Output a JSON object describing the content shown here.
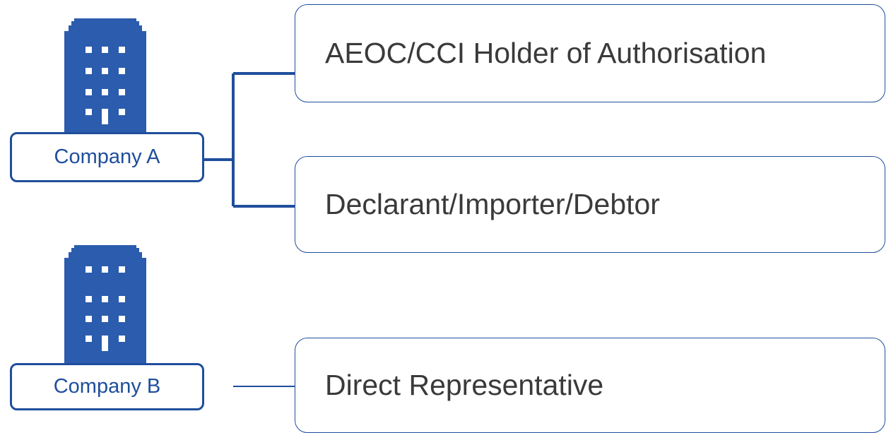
{
  "companies": [
    {
      "name": "Company A"
    },
    {
      "name": "Company B"
    }
  ],
  "roles": [
    {
      "label": "AEOC/CCI Holder of Authorisation"
    },
    {
      "label": "Declarant/Importer/Debtor"
    },
    {
      "label": "Direct Representative"
    }
  ],
  "colors": {
    "accent": "#1f4e9c",
    "role_text": "#3a3a3a",
    "building": "#2b5cad"
  },
  "icons": [
    "building-icon",
    "building-icon"
  ]
}
